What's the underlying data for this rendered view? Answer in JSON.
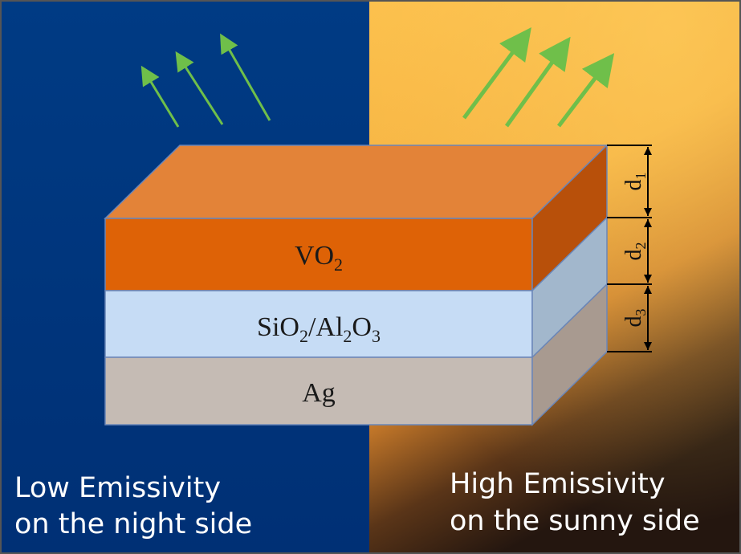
{
  "layers": [
    {
      "formula": "VO",
      "sub": "2",
      "formula2": "",
      "sub2": "",
      "tail": ""
    },
    {
      "formula": "SiO",
      "sub": "2",
      "formula2": "/Al",
      "sub2": "2",
      "tail": "O",
      "sub3": "3"
    },
    {
      "formula": "Ag",
      "sub": "",
      "formula2": "",
      "sub2": "",
      "tail": ""
    }
  ],
  "thickness_labels": [
    {
      "base": "d",
      "sub": "1"
    },
    {
      "base": "d",
      "sub": "2"
    },
    {
      "base": "d",
      "sub": "3"
    }
  ],
  "captions": {
    "night_line1": "Low Emissivity",
    "night_line2": "on the night side",
    "sunny_line1": "High Emissivity",
    "sunny_line2": "on the sunny side"
  },
  "colors": {
    "night_bg": "#003680",
    "sunny_bg_top": "#fbbf4a",
    "sunny_bg_bottom": "#2a1a12",
    "vo2_front": "#de6206",
    "vo2_top": "#e38338",
    "vo2_side": "#b8500a",
    "oxide_front": "#c6dcf5",
    "oxide_side": "#a2b7cc",
    "ag_front": "#c5bbb4",
    "ag_side": "#a89a90",
    "arrow": "#6fbf4a",
    "caption": "#ffffff"
  }
}
